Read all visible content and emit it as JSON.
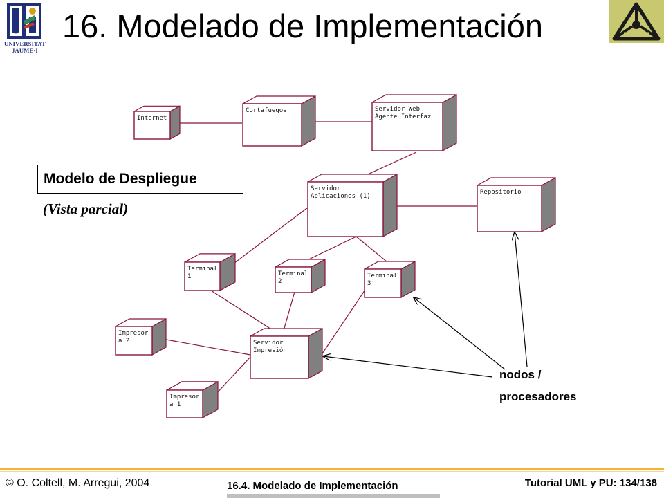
{
  "slide": {
    "title": "16. Modelado de Implementación",
    "logo_left_caption_1": "UNIVERSITAT",
    "logo_left_caption_2": "JAUME·I",
    "logo_left_icon": "university-logo-icon",
    "logo_right_icon": "uml-triangle-logo-icon"
  },
  "legend": {
    "title": "Modelo de Despliegue",
    "subtitle": "(Vista parcial)"
  },
  "annotation": {
    "line1": "nodos /",
    "line2": "procesadores"
  },
  "nodes": [
    {
      "id": "internet",
      "lines": [
        "Internet"
      ]
    },
    {
      "id": "cortafuegos",
      "lines": [
        "Cortafuegos"
      ]
    },
    {
      "id": "servidor-web",
      "lines": [
        "Servidor Web",
        "Agente Interfaz"
      ]
    },
    {
      "id": "servidor-aplicaciones",
      "lines": [
        "Servidor",
        "Aplicaciones (1)"
      ]
    },
    {
      "id": "repositorio",
      "lines": [
        "Repositorio"
      ]
    },
    {
      "id": "terminal-1",
      "lines": [
        "Terminal",
        "1"
      ]
    },
    {
      "id": "terminal-2",
      "lines": [
        "Terminal",
        "2"
      ]
    },
    {
      "id": "terminal-3",
      "lines": [
        "Terminal",
        "3"
      ]
    },
    {
      "id": "impresora-2",
      "lines": [
        "Impresor",
        "a 2"
      ]
    },
    {
      "id": "servidor-impresion",
      "lines": [
        "Servidor",
        "Impresión"
      ]
    },
    {
      "id": "impresora-1",
      "lines": [
        "Impresor",
        "a 1"
      ]
    }
  ],
  "footer": {
    "left": "© O. Coltell, M. Arregui, 2004",
    "center": "16.4. Modelado de Implementación",
    "right": "Tutorial UML y PU: 134/138"
  },
  "colors": {
    "node_border": "#8a1538",
    "node_side": "#808080",
    "connector": "#8a1538",
    "footer_rule": "#f2b23c",
    "logo_blue": "#1f2f7a",
    "logo_right_bg": "#c8c870"
  }
}
